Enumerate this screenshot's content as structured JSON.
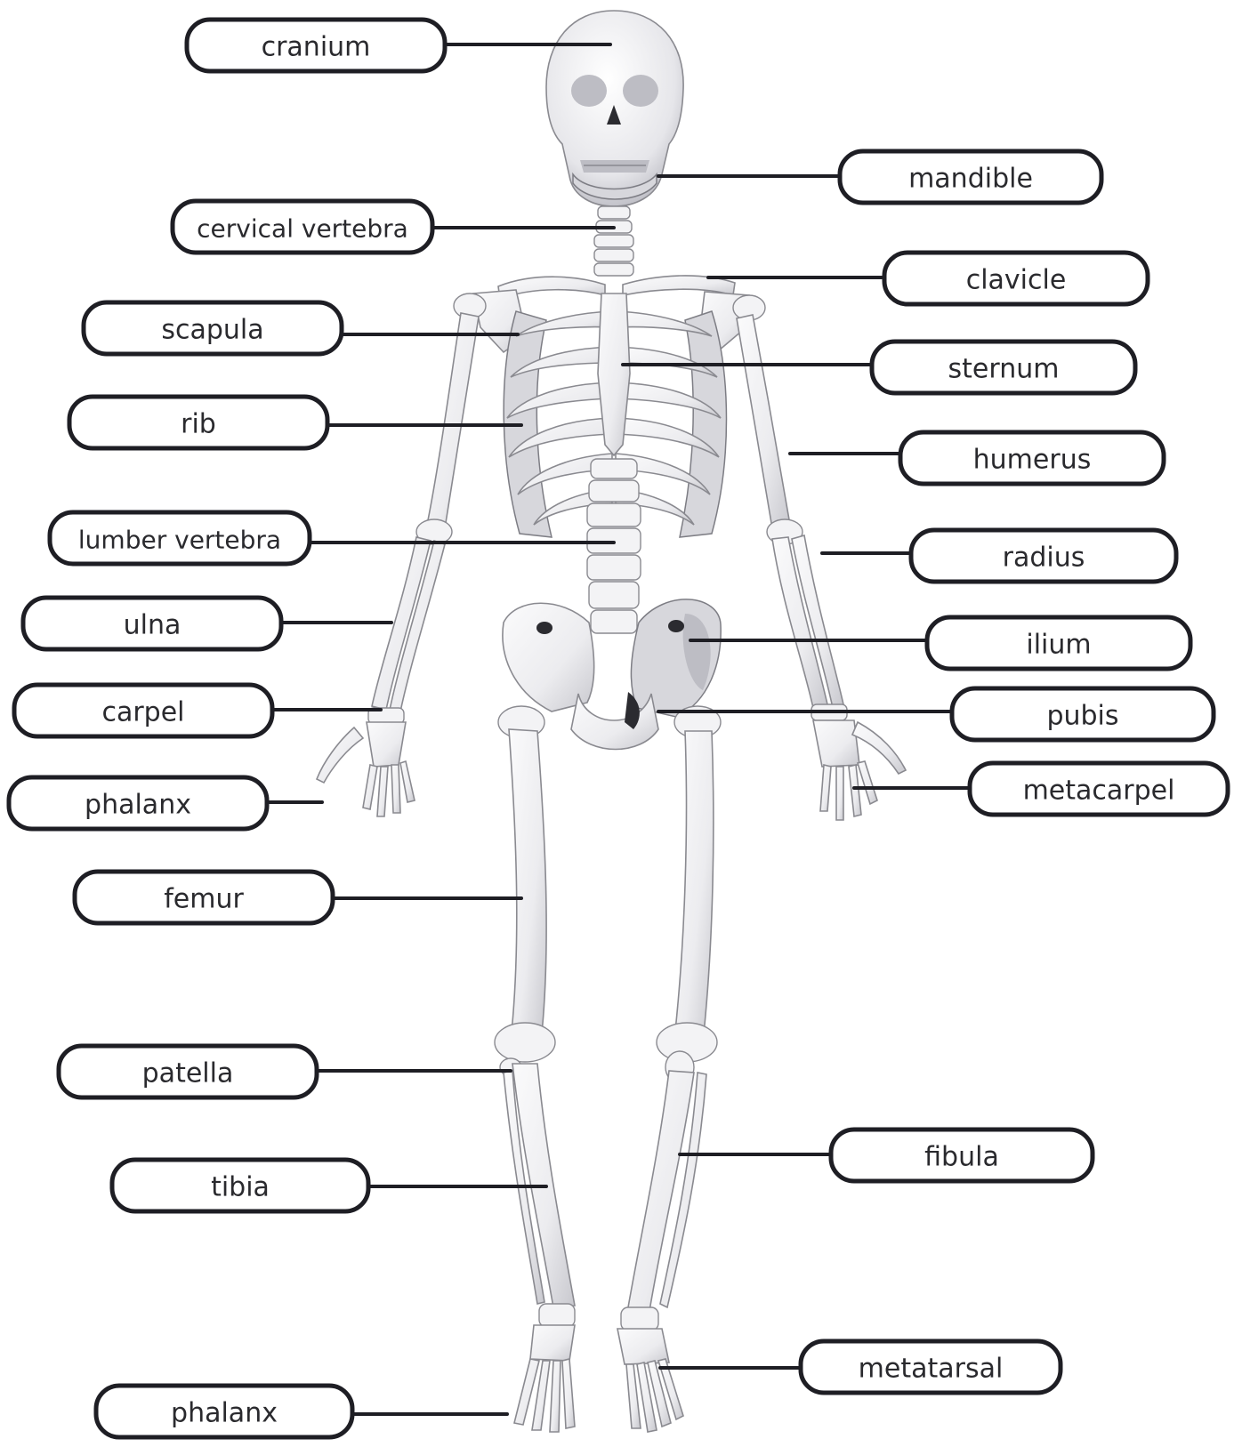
{
  "labels": {
    "cranium": "cranium",
    "mandible": "mandible",
    "cervical_vertebra": "cervical vertebra",
    "clavicle": "clavicle",
    "scapula": "scapula",
    "sternum": "sternum",
    "rib": "rib",
    "humerus": "humerus",
    "lumber_vertebra": "lumber vertebra",
    "radius": "radius",
    "ulna": "ulna",
    "ilium": "ilium",
    "carpel": "carpel",
    "pubis": "pubis",
    "phalanx_hand": "phalanx",
    "metacarpel": "metacarpel",
    "femur": "femur",
    "patella": "patella",
    "fibula": "fibula",
    "tibia": "tibia",
    "metatarsal": "metatarsal",
    "phalanx_foot": "phalanx"
  },
  "colors": {
    "outline": "#1e1e24",
    "bone_light": "#f7f7f9",
    "bone_shadow": "#c9c9cf",
    "text": "#2a2a2e"
  }
}
